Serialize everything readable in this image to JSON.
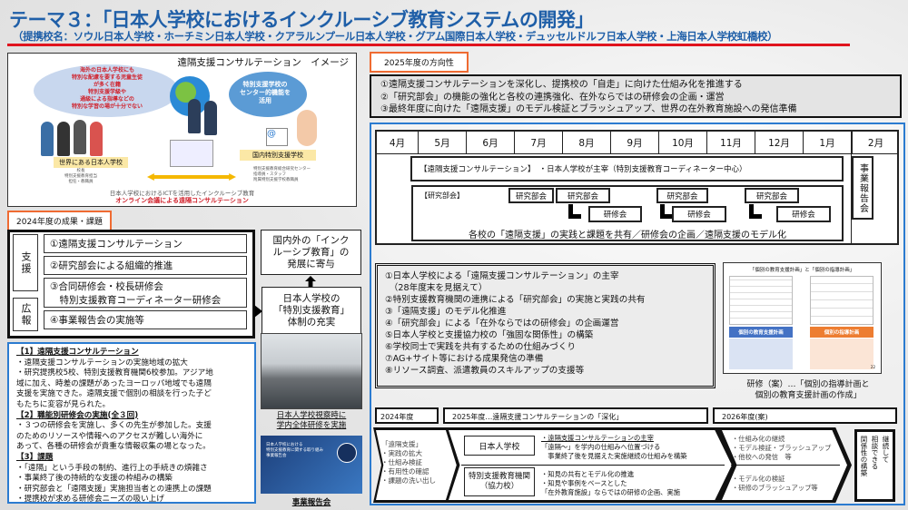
{
  "header": {
    "title": "テーマ３：「日本人学校におけるインクルーシブ教育システムの開発」",
    "subtitle": "（提携校名：ソウル日本人学校・ホーチミン日本人学校・クアラルンプール日本人学校・グアム国際日本人学校・デュッセルドルフ日本人学校・上海日本人学校虹橋校）"
  },
  "image_panel": {
    "title": "遠隔支援コンサルテーション　イメージ",
    "bubble_left": [
      "海外の日本人学校にも",
      "特別な配慮を要する児童生徒",
      "が多く在籍",
      "特別支援学級や",
      "通級による指導などの",
      "特別な学習の場が十分でない"
    ],
    "bubble_right": [
      "特別支援学校の",
      "センター的機能を",
      "活用"
    ],
    "left_label": "世界にある日本人学校",
    "left_sub": [
      "校長",
      "特別支援教育担当",
      "担任・教職員"
    ],
    "right_label": "国内特別支援学校",
    "right_sub": [
      "特別支援教育総合研究センター",
      "指導員・スタッフ",
      "附属特別支援学校教職員"
    ],
    "caption1": "日本人学校におけるICTを活用したインクルーシブ教育",
    "caption2": "オンライン会議による遠隔コンサルテーション"
  },
  "results": {
    "label": "2024年度の成果・課題",
    "group_support": "支援",
    "group_pr": "広報",
    "items": [
      "①遠隔支援コンサルテーション",
      "②研究部会による組織的推進",
      "③合同研修会・校長研修会",
      "　特別支援教育コーディネーター研修会",
      "④事業報告会の実施等"
    ],
    "outcome_top": [
      "国内外の「インク",
      "ルーシブ教育」の",
      "発展に寄与"
    ],
    "outcome_mid": [
      "日本人学校の",
      "「特別支援教育」",
      "体制の充実"
    ]
  },
  "notes": {
    "h1": "【1】遠隔支援コンサルテーション",
    "p1": [
      "・遠隔支援コンサルテーションの実施地域の拡大",
      "・研究提携校5校、特別支援教育機関6校参加。アジア地",
      "域に加え、時差の課題があったヨーロッパ地域でも遠隔",
      "支援を実施できた。遠隔支援で個別の相談を行った子ど",
      "もたちに変容が見られた。"
    ],
    "h2": "【2】職能別研修会の実施(全３回)",
    "p2": [
      "・３つの研修会を実施し、多くの先生が参加した。支援",
      "のためのリソースや情報へのアクセスが難しい海外に",
      "あって、各種の研修会が貴重な情報収集の場となった。"
    ],
    "h3": "【3】課題",
    "p3": [
      "・「遠隔」という手段の制約、進行上の手続きの煩雑さ",
      "・事業終了後の持続的な支援の枠組みの構築",
      "・研究部会と「遠隔支援」実施担当者との連携上の課題",
      "・提携校が求める研修会ニーズの吸い上げ"
    ]
  },
  "photos": {
    "caption1": [
      "日本人学校視察時に",
      "学内全体研修を実施"
    ],
    "report_slide": [
      "日本人学校における",
      "特別支援教育に関する取り組み",
      "事業報告会"
    ],
    "caption2": "事業報告会"
  },
  "direction": {
    "label": "2025年度の方向性",
    "lines": [
      "①遠隔支援コンサルテーションを深化し、提携校の「自走」に向けた仕組み化を推進する",
      "②「研究部会」の機能の強化と各校の連携強化、在外ならではの研修会の企画・運営",
      "③最終年度に向けた「遠隔支援」のモデル検証とブラッシュアップ、世界の在外教育施設への発信準備"
    ]
  },
  "schedule": {
    "months": [
      "4月",
      "5月",
      "6月",
      "7月",
      "8月",
      "9月",
      "10月",
      "11月",
      "12月",
      "1月",
      "2月"
    ],
    "consult_label": "【遠隔支援コンサルテーション】　・日本人学校が主宰（特別支援教育コーディネーター中心）",
    "bukai_label": "【研究部会】",
    "bukai": "研究部会",
    "kenshu": "研修会",
    "bukai_note": "各校の「遠隔支援」の実践と課題を共有／研修会の企画／遠隔支援のモデル化",
    "report": "事業報告会"
  },
  "plan_list": [
    "①日本人学校による「遠隔支援コンサルテーション」の主宰",
    "　（28年度末を見据えて）",
    "②特別支援教育機関の連携による「研究部会」の実施と実践の共有",
    "③「遠隔支援」のモデル化推進",
    "④「研究部会」による「在外ならではの研修会」の企画運営",
    "⑤日本人学校と支援協力校の「強固な関係性」の構築",
    "⑥学校同士で実践を共有するための仕組みづくり",
    "⑦AG+サイト等における成果発信の準備",
    "⑧リソース調査、派遣教員のスキルアップの支援等"
  ],
  "plan_image": {
    "title": "「個別の教育支援計画」と「個別の指導計画」",
    "left": "個別の教育支援計画",
    "right": "個別の指導計画",
    "page": "22",
    "caption": [
      "研修（案）…「個別の指導計画と",
      "個別の教育支援計画の作成」"
    ]
  },
  "roadmap": {
    "h2024": "2024年度",
    "h2025": "2025年度…遠隔支援コンサルテーションの「深化」",
    "h2026": "2026年度(案)",
    "c2024": [
      "「遠隔支援」",
      "・実践の拡大",
      "・仕組み検証",
      "・有用性の確認",
      "・課題の洗い出し"
    ],
    "row1_label": "日本人学校",
    "row1_text": [
      "・遠隔支援コンサルテーションの主宰",
      "「遠隔～」を学内の仕組みへ位置づける",
      "　事業終了後を見据えた実施継続の仕組みを構築"
    ],
    "row2_label": [
      "特別支援教育機関",
      "（協力校）"
    ],
    "row2_text": [
      "・知見の共有とモデル化の推進",
      "・知見や事例をベースとした",
      "「在外教育施設」ならではの研修の企画、実施"
    ],
    "r2026_1": [
      "・仕組み化の継続",
      "・モデル検証・ブラッシュアップ",
      "・他校への発信　等"
    ],
    "r2026_2": [
      "・モデル化の検証",
      "・研修のブラッシュアップ等"
    ],
    "final": [
      "継続して",
      "相談できる",
      "関係性の構築"
    ]
  }
}
